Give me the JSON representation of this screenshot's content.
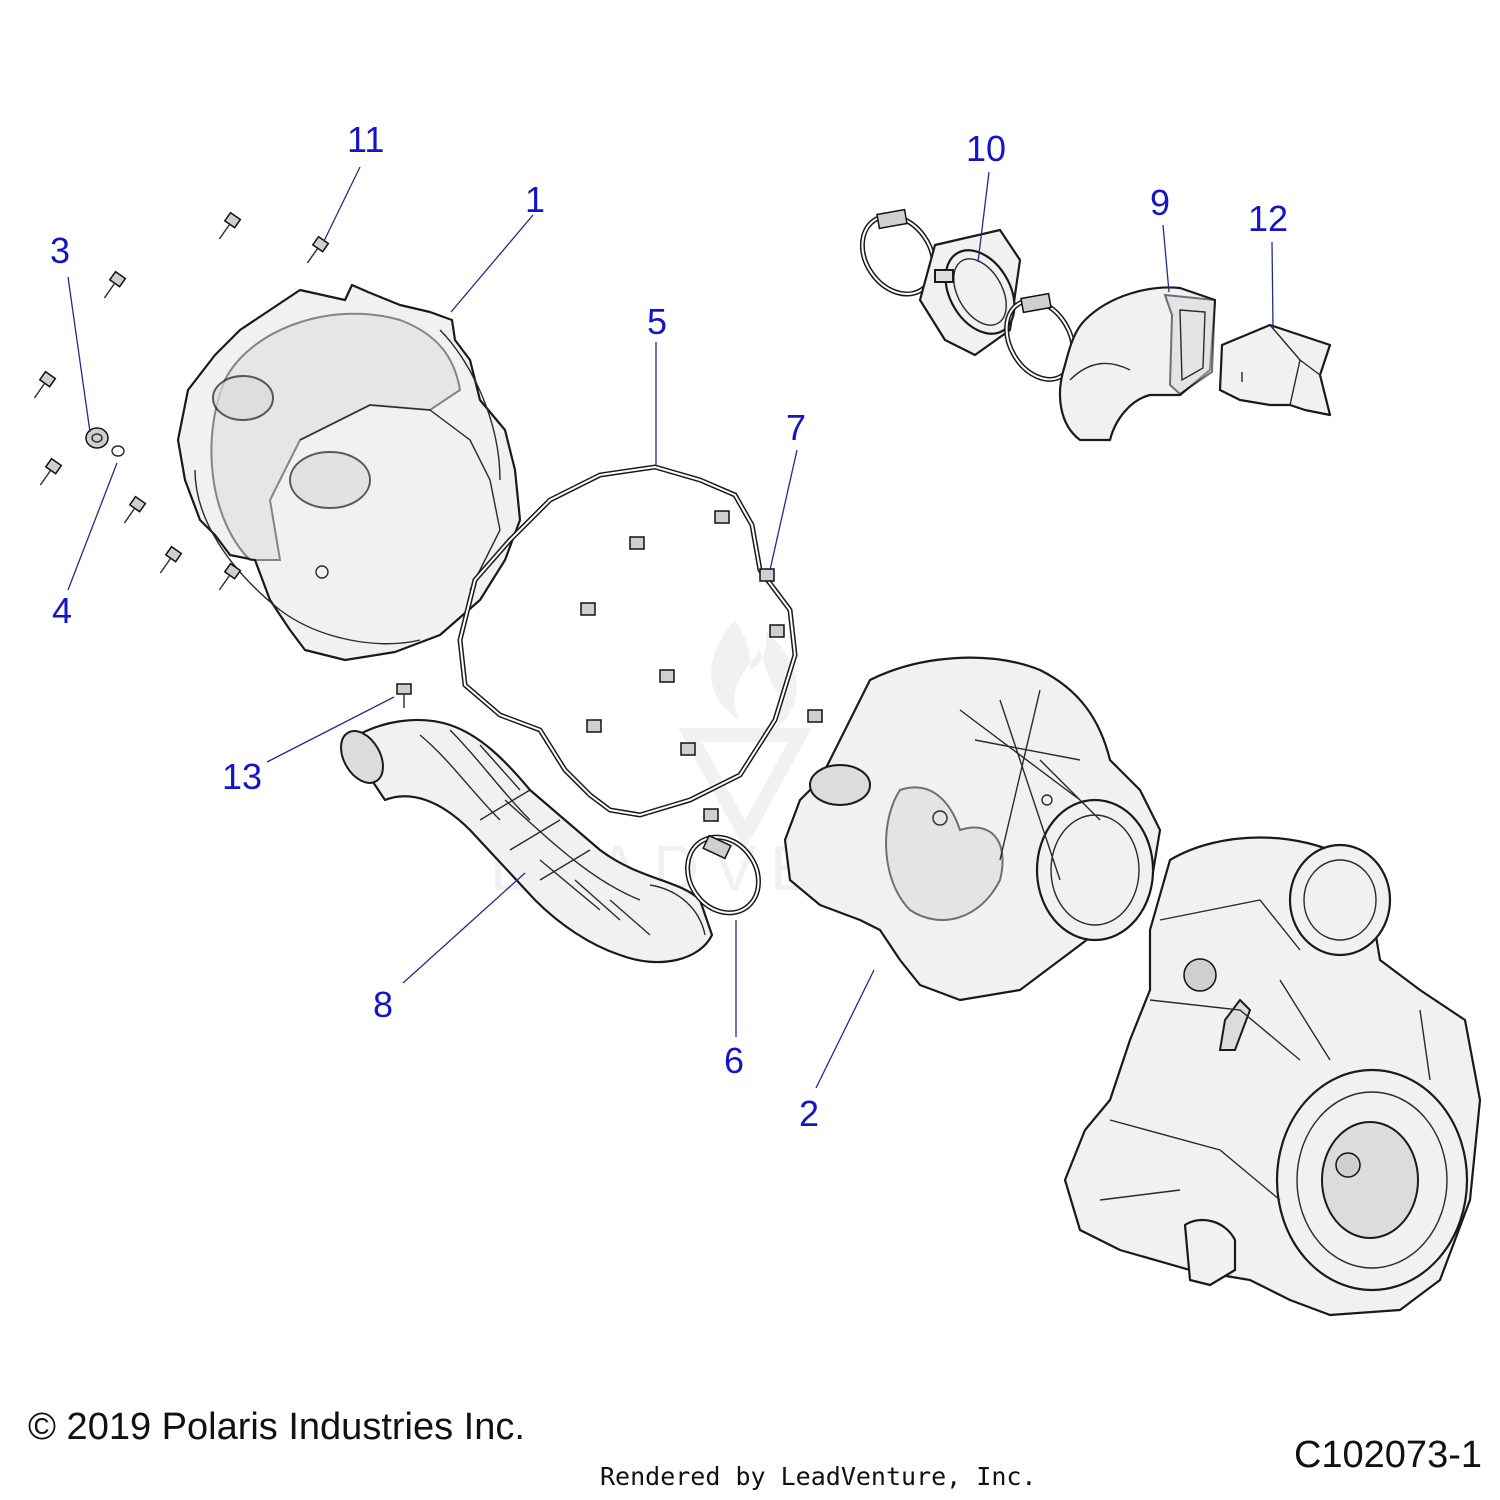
{
  "callouts": [
    {
      "id": "1",
      "label": "1"
    },
    {
      "id": "2",
      "label": "2"
    },
    {
      "id": "3",
      "label": "3"
    },
    {
      "id": "4",
      "label": "4"
    },
    {
      "id": "5",
      "label": "5"
    },
    {
      "id": "6",
      "label": "6"
    },
    {
      "id": "7",
      "label": "7"
    },
    {
      "id": "8",
      "label": "8"
    },
    {
      "id": "9",
      "label": "9"
    },
    {
      "id": "10",
      "label": "10"
    },
    {
      "id": "11",
      "label": "11"
    },
    {
      "id": "12",
      "label": "12"
    },
    {
      "id": "13",
      "label": "13"
    }
  ],
  "watermark": "LEADVENTURE",
  "footer": {
    "copyright": "© 2019 Polaris Industries Inc.",
    "diagram_id": "C102073-1",
    "rendered_by": "Rendered by LeadVenture, Inc."
  },
  "colors": {
    "callout_text": "#1515c8",
    "leader_line": "#1f2d8a",
    "part_fill": "#f1f1f1",
    "outline": "#1a1a1a"
  }
}
